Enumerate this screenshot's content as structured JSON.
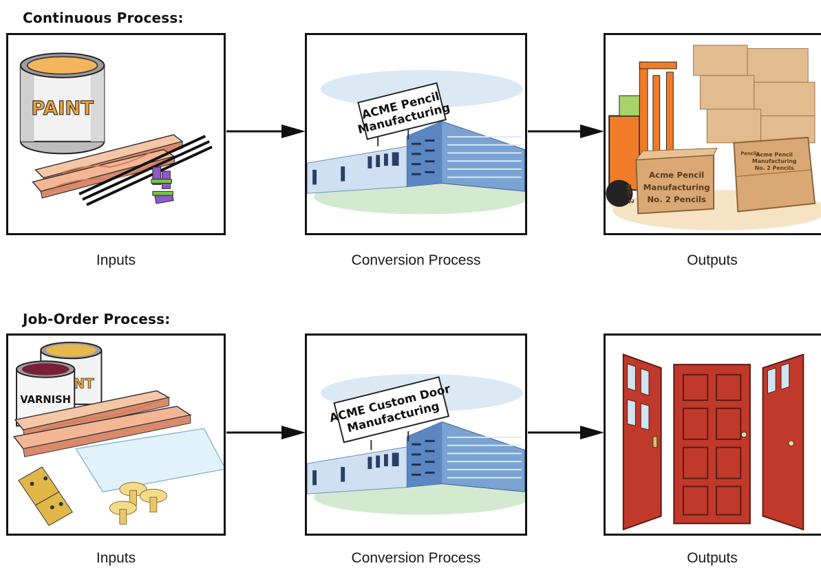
{
  "continuous": {
    "title": "Continuous Process:",
    "inputs_caption": "Inputs",
    "conversion_caption": "Conversion Process",
    "outputs_caption": "Outputs",
    "paint_label": "PAINT",
    "sign_line1": "ACME Pencil",
    "sign_line2": "Manufacturing",
    "box_big_line1": "Acme Pencil",
    "box_big_line2": "Manufacturing",
    "box_big_line3": "No. 2 Pencils",
    "box_side_line1": "No. 2",
    "box_side_line2": "Pencils",
    "box_small_line1": "Acme Pencil",
    "box_small_line2": "Manufacturing",
    "box_small_line3": "No. 2 Pencils"
  },
  "joborder": {
    "title": "Job-Order Process:",
    "inputs_caption": "Inputs",
    "conversion_caption": "Conversion Process",
    "outputs_caption": "Outputs",
    "varnish_label": "VARNISH",
    "paint_partial_label": "INT",
    "sign_line1": "ACME Custom Door",
    "sign_line2": "Manufacturing"
  },
  "colors": {
    "wood": "#f2b48f",
    "door": "#c0392b",
    "building_blue": "#5b86c0",
    "forklift": "#f07c2a",
    "box": "#d9a874"
  }
}
